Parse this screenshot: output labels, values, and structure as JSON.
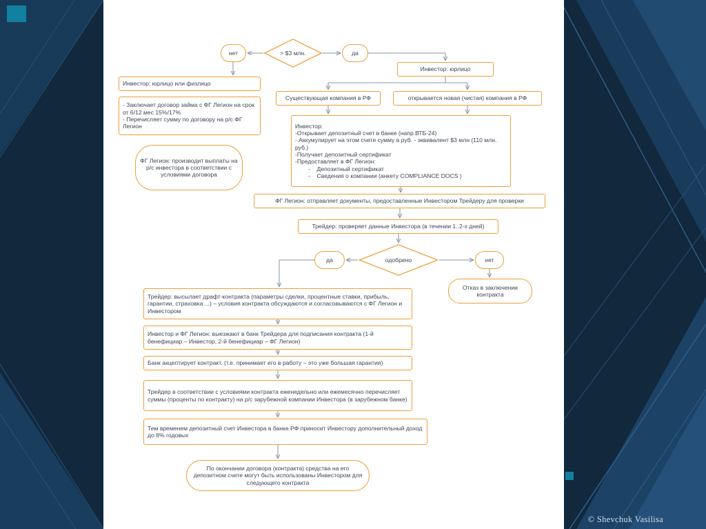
{
  "colors": {
    "node-border": "#ef9d38",
    "node-text": "#3c4653",
    "connector": "#8494a4",
    "bg-base": "#12283d",
    "slide-bg": "#ffffff",
    "accent-teal": "#12809f",
    "copyright-color": "#d3dbe4"
  },
  "footer": {
    "copyright": "©  Shevchuk Vasilisa"
  },
  "flowchart": {
    "nodes": {
      "amount_check": "> $3 млн.",
      "no1": "нет",
      "yes1": "да",
      "investor_legal": "Инвестор:  юрлицо",
      "investor_any": "Инвестор: юрлицо или физлицо",
      "loan_terms": "- Заключает договор займа с ФГ Легион на срок от 6/12 мес 15%/17%\n- Перечисляет сумму по договору на р/с ФГ Легион",
      "fgl_payments": "ФГ Легион: производит выплаты на р/с инвестора в соответствии с условиями договора",
      "existing_company": "Существующая компания в РФ",
      "new_company": "открывается новая (чистая) компания в РФ",
      "investor_deposit": "Инвестор:\n-Открывает депозитный счет в банке (напр.ВТБ-24)\n- Аккумулирует на этом счете сумму в руб. - эквивалент $3 млн (110 млн. руб.)\n-Получает депозитный сертификат\n-Предоставляет в ФГ Легион:\n        -    Депозитный сертификат\n        -    Сведения о компании (анкету COMPLIANCE DOCS )",
      "fgl_send": "ФГ Легион: отправляет документы, предоставленные Инвестором Трейдеру для проверки",
      "trader_check": "Трейдер: проверяет данные Инвестора (в течении 1..2-х дней)",
      "approved": "одобрено",
      "yes2": "да",
      "no2": "нет",
      "refusal": "Отказ в заключении контракта",
      "draft": "Трейдер: высылает драфт-контракта (параметры сделки, процентные ставки, прибыль, гарантии, страховка ...) – условия контракта обсуждаются и согласовываются с ФГ Легион и Инвестором",
      "signing": "Инвестор и ФГ Легион: выезжают в банк Трейдера для подписания контракта (1-й бенефициар – Инвестор, 2-й бенефициар – ФГ Легион)",
      "bank_accept": "Банк акцептирует контракт. (т.е. принимает его в работу – это уже большая гарантия)",
      "trader_pays": "Трейдер в соответствии с условиями контракта еженедельно или ежемесячно перечисляет суммы (проценты по контракту) на р/с зарубежной компании Инвестора (в зарубежном банке)",
      "deposit_income": "Тем временем депозитный счет Инвестора в банке РФ приносит Инвестору дополнительный доход до 8% годовых",
      "final": "По окончании договора (контракта) средства на его депозитном счете могут быть использованы Инвестором для следующего контракта"
    },
    "edges": [
      "amount_check->no1",
      "amount_check->yes1",
      "yes1->investor_legal",
      "no1->investor_any",
      "investor_legal->existing_company",
      "investor_legal->new_company",
      "existing_company->investor_deposit",
      "new_company->investor_deposit",
      "investor_deposit->fgl_send",
      "fgl_send->trader_check",
      "trader_check->approved",
      "approved->yes2",
      "approved->no2",
      "no2->refusal",
      "yes2->draft",
      "draft->signing",
      "signing->bank_accept",
      "bank_accept->trader_pays",
      "trader_pays->deposit_income",
      "deposit_income->final"
    ]
  }
}
